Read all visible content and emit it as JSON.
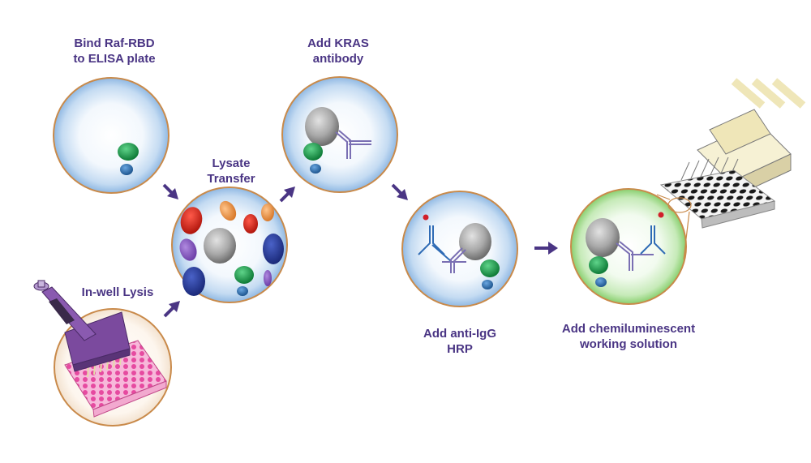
{
  "steps": {
    "bind": {
      "line1": "Bind Raf-RBD",
      "line2": "to ELISA plate"
    },
    "lysate": {
      "line1": "Lysate",
      "line2": "Transfer"
    },
    "kras": {
      "line1": "Add KRAS",
      "line2": "antibody"
    },
    "lysis": {
      "line1": "In-well Lysis"
    },
    "antiigg": {
      "line1": "Add anti-IgG",
      "line2": "HRP"
    },
    "chemi": {
      "line1": "Add chemiluminescent",
      "line2": "working solution"
    }
  },
  "colors": {
    "label": "#4a3584",
    "arrow": "#4a3584",
    "circle_border": "#c98a4a",
    "well_blue": "#9cc1e8",
    "well_green": "#8fd07a",
    "raf_rbd_green": "#1f9a4a",
    "ras_blue": "#2f73b7",
    "antibody_purple": "#7a6fb3",
    "hrp_red": "#d11f2a",
    "plate_pink": "#e85aa8",
    "pipette_purple": "#6b3f8e"
  },
  "icons": [
    "raf-rbd-icon",
    "ras-protein-icon",
    "kras-protein-icon",
    "kras-antibody-icon",
    "anti-igg-hrp-icon",
    "multichannel-pipette-icon",
    "microplate-icon",
    "plate-reader-icon"
  ]
}
